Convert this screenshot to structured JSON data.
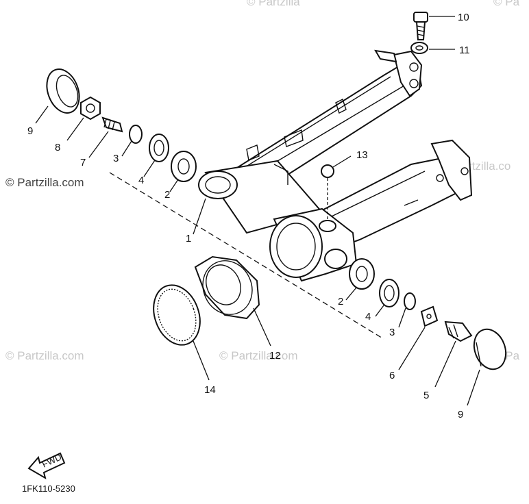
{
  "watermarks": {
    "left_mid": "© Partzilla.com",
    "right_mid": "© Partzilla.co",
    "bottom_left": "© Partzilla.com",
    "bottom_mid": "© Partzilla.com",
    "bottom_right": "© Pa",
    "top_left": "© Partzilla",
    "top_right": "© Pa"
  },
  "callouts": {
    "c1": "1",
    "c2a": "2",
    "c2b": "2",
    "c3a": "3",
    "c3b": "3",
    "c4a": "4",
    "c4b": "4",
    "c5": "5",
    "c6": "6",
    "c7": "7",
    "c8": "8",
    "c9a": "9",
    "c9b": "9",
    "c10": "10",
    "c11": "11",
    "c12": "12",
    "c13": "13",
    "c14": "14"
  },
  "fwd_label": "FWD",
  "diagram_code": "1FK110-5230"
}
